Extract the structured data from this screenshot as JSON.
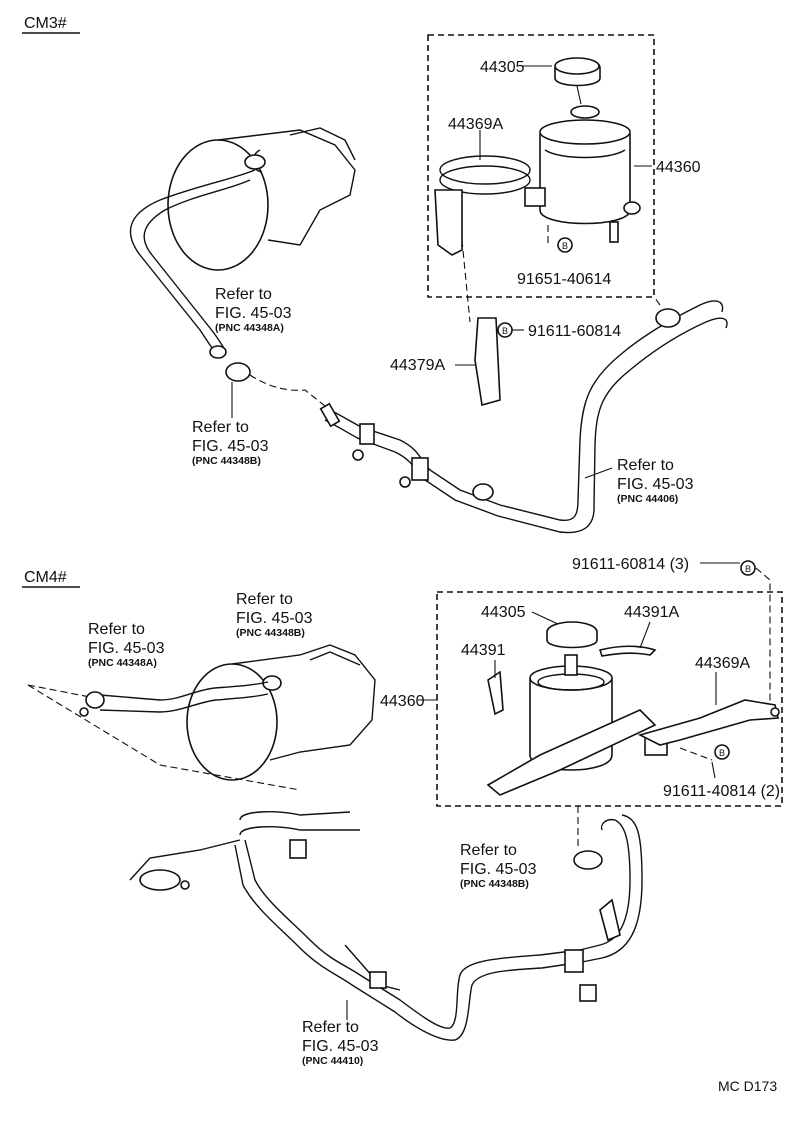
{
  "cm3": {
    "section_label": "CM3#",
    "parts": {
      "cap": "44305",
      "bracket_strap": "44369A",
      "reservoir": "44360",
      "bolt_b": "B",
      "bolt_reservoir": "91651-40614",
      "bolt_bracket": "91611-60814",
      "bracket": "44379A"
    },
    "refs": [
      {
        "line1": "Refer to",
        "line2": "FIG. 45-03",
        "line3": "(PNC 44348A)"
      },
      {
        "line1": "Refer to",
        "line2": "FIG. 45-03",
        "line3": "(PNC 44348B)"
      },
      {
        "line1": "Refer to",
        "line2": "FIG. 45-03",
        "line3": "(PNC 44406)"
      }
    ]
  },
  "cm4": {
    "section_label": "CM4#",
    "parts": {
      "bolt_top": "91611-60814 (3)",
      "bolt_b": "B",
      "cap": "44305",
      "cover": "44391A",
      "shield": "44391",
      "bracket": "44369A",
      "reservoir": "44360",
      "bolt_bottom": "91611-40814 (2)"
    },
    "refs": [
      {
        "line1": "Refer to",
        "line2": "FIG. 45-03",
        "line3": "(PNC 44348A)"
      },
      {
        "line1": "Refer to",
        "line2": "FIG. 45-03",
        "line3": "(PNC 44348B)"
      },
      {
        "line1": "Refer to",
        "line2": "FIG. 45-03",
        "line3": "(PNC 44348B)"
      },
      {
        "line1": "Refer to",
        "line2": "FIG. 45-03",
        "line3": "(PNC 44410)"
      }
    ]
  },
  "footer": {
    "code": "MC  D173"
  }
}
